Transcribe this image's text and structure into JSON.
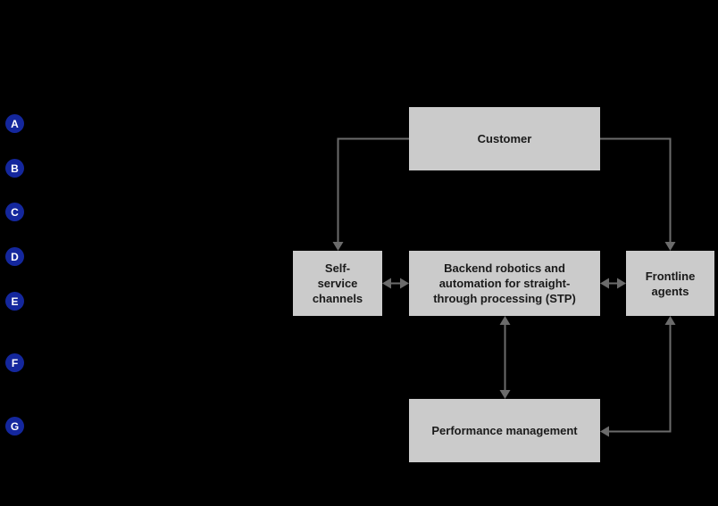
{
  "diagram": {
    "background_color": "#000000",
    "legend_markers": [
      {
        "label": "A"
      },
      {
        "label": "B"
      },
      {
        "label": "C"
      },
      {
        "label": "D"
      },
      {
        "label": "E"
      },
      {
        "label": "F"
      },
      {
        "label": "G"
      }
    ],
    "nodes": [
      {
        "id": "customer",
        "label": "Customer"
      },
      {
        "id": "self-service-channels",
        "label": "Self-service channels"
      },
      {
        "id": "backend-stp",
        "label": "Backend robotics and automation for straight-through processing (STP)"
      },
      {
        "id": "frontline-agents",
        "label": "Frontline agents"
      },
      {
        "id": "performance-management",
        "label": "Performance management"
      }
    ],
    "connectors": [
      {
        "from": "customer",
        "to": "self-service-channels",
        "type": "elbow",
        "heads": "single"
      },
      {
        "from": "customer",
        "to": "frontline-agents",
        "type": "elbow",
        "heads": "single"
      },
      {
        "from": "self-service-channels",
        "to": "backend-stp",
        "type": "straight",
        "heads": "double"
      },
      {
        "from": "backend-stp",
        "to": "frontline-agents",
        "type": "straight",
        "heads": "double"
      },
      {
        "from": "backend-stp",
        "to": "performance-management",
        "type": "straight",
        "heads": "double"
      },
      {
        "from": "frontline-agents",
        "to": "performance-management",
        "type": "elbow",
        "heads": "double"
      }
    ],
    "colors": {
      "node_fill": "#cbcbcb",
      "node_text": "#1a1a1a",
      "connector": "#6b6b6b",
      "marker_fill": "#14279d",
      "marker_text": "#ffffff"
    }
  }
}
